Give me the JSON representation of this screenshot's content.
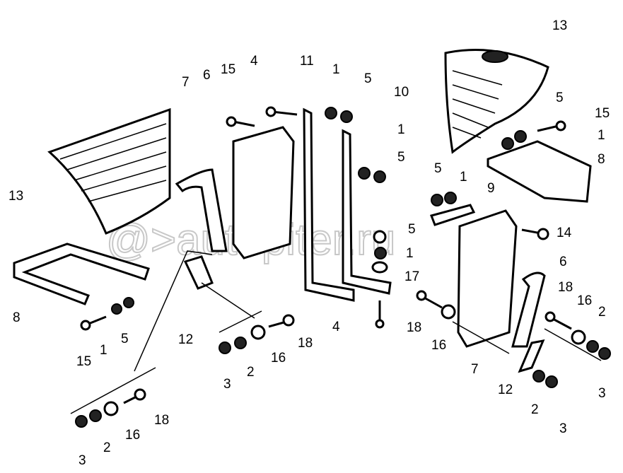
{
  "title": "Exploded parts diagram: mudguard mounting",
  "watermark": "@>autopiter.ru",
  "callouts": [
    "13",
    "13",
    "15",
    "4",
    "7",
    "6",
    "11",
    "1",
    "5",
    "10",
    "1",
    "5",
    "5",
    "1",
    "9",
    "5",
    "1",
    "17",
    "14",
    "6",
    "18",
    "16",
    "2",
    "3",
    "3",
    "2",
    "12",
    "7",
    "16",
    "18",
    "4",
    "8",
    "1",
    "5",
    "15",
    "8",
    "15",
    "1",
    "5",
    "12",
    "3",
    "2",
    "16",
    "18",
    "18",
    "16",
    "2",
    "3"
  ]
}
